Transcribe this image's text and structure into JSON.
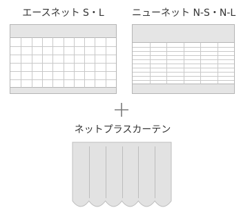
{
  "products": {
    "ace_net": {
      "label": "エースネット S・L"
    },
    "new_net": {
      "label": "ニューネット N-S・N-L"
    },
    "curtain": {
      "label": "ネットプラスカーテン"
    }
  },
  "operator": {
    "symbol": "+"
  },
  "colors": {
    "frame_fill": "#e5e5e5",
    "frame_stroke": "#b4b4b4",
    "grid_line": "#c8c8c8",
    "curtain_fill": "#e2e2e2",
    "curtain_stroke": "#bdbdbd",
    "fold_line": "#bcbcbc",
    "text": "#333333"
  }
}
